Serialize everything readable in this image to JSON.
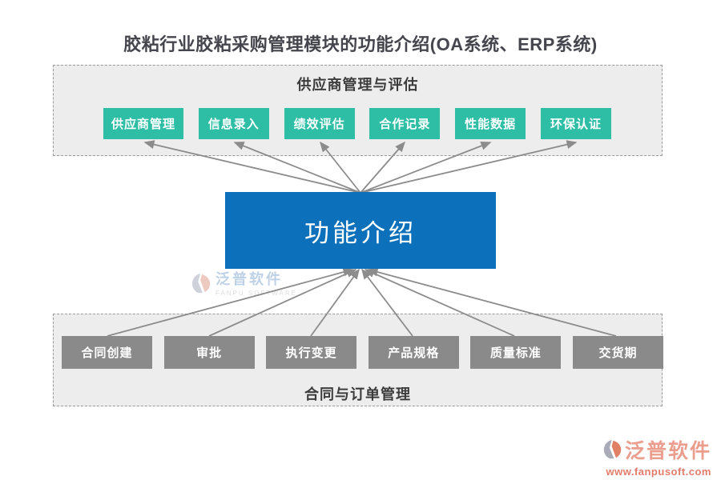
{
  "title": "胶粘行业胶粘采购管理模块的功能介绍(OA系统、ERP系统)",
  "center_node": {
    "label": "功能介绍"
  },
  "top_panel": {
    "heading": "供应商管理与评估",
    "items": [
      {
        "label": "供应商管理"
      },
      {
        "label": "信息录入"
      },
      {
        "label": "绩效评估"
      },
      {
        "label": "合作记录"
      },
      {
        "label": "性能数据"
      },
      {
        "label": "环保认证"
      }
    ]
  },
  "bottom_panel": {
    "heading": "合同与订单管理",
    "items": [
      {
        "label": "合同创建"
      },
      {
        "label": "审批"
      },
      {
        "label": "执行变更"
      },
      {
        "label": "产品规格"
      },
      {
        "label": "质量标准"
      },
      {
        "label": "交货期"
      }
    ]
  },
  "watermark": {
    "brand": "泛普软件",
    "subtitle": "FANPU SOFTWARE"
  },
  "footer_logo": {
    "brand": "泛普软件",
    "url": "www.fanpusoft.com"
  },
  "icons": {
    "fanpu_logo": "fanpu-leaf-mark",
    "arrow": "gray-connector-arrow"
  },
  "colors": {
    "accent_teal": "#2ebea6",
    "accent_blue": "#0d70ba",
    "node_gray": "#8a8a8a",
    "panel_background": "#ededed",
    "panel_border": "#9b9b9b",
    "arrow_gray": "#8c8c8c",
    "title_text": "#45454d",
    "heading_text": "#3c3c3c",
    "watermark_blue": "#b9cde4",
    "logo_salmon": "#eb9d8e",
    "logo_url_red": "#e37c6c"
  }
}
